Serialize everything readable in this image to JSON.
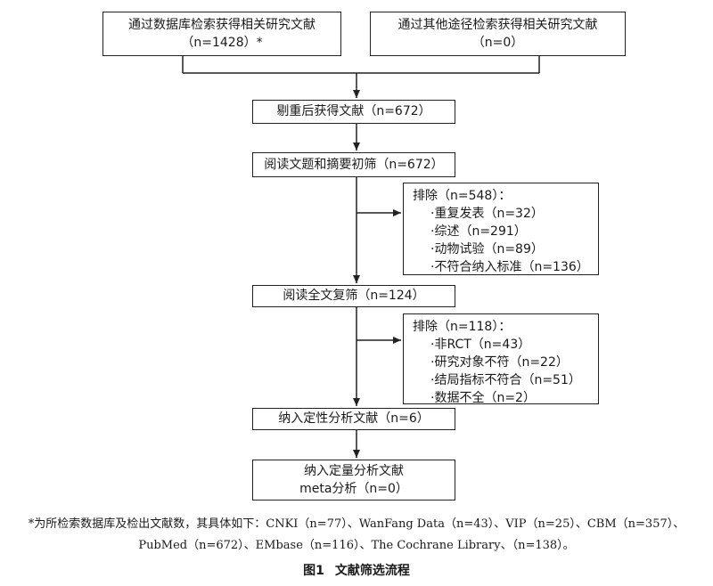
{
  "flowchart": {
    "db_search": {
      "line1": "通过数据库检索获得相关研究文献",
      "line2": "（n=1428）*"
    },
    "other_search": {
      "line1": "通过其他途径检索获得相关研究文献",
      "line2": "（n=0）"
    },
    "dedup": "剔重后获得文献（n=672）",
    "screen_title_abstract": "阅读文题和摘要初筛（n=672）",
    "exclusion1": {
      "heading": "排除（n=548）：",
      "items": [
        "·重复发表（n=32）",
        "·综述（n=291）",
        "·动物试验（n=89）",
        "·不符合纳入标准（n=136）"
      ]
    },
    "full_text": "阅读全文复筛（n=124）",
    "exclusion2": {
      "heading": "排除（n=118）：",
      "items": [
        "·非RCT（n=43）",
        "·研究对象不符（n=22）",
        "·结局指标不符合（n=51）",
        "·数据不全（n=2）"
      ]
    },
    "qualitative": "纳入定性分析文献（n=6）",
    "quantitative": {
      "line1": "纳入定量分析文献",
      "line2": "meta分析（n=0）"
    }
  },
  "footnote": {
    "line1": "*为所检索数据库及检出文献数，其具体如下：CNKI（n=77）、WanFang Data（n=43）、VIP（n=25）、CBM（n=357）、",
    "line2": "PubMed（n=672）、EMbase（n=116）、The Cochrane Library、（n=138）。"
  },
  "caption": {
    "label": "图1",
    "title": "文献筛选流程"
  }
}
